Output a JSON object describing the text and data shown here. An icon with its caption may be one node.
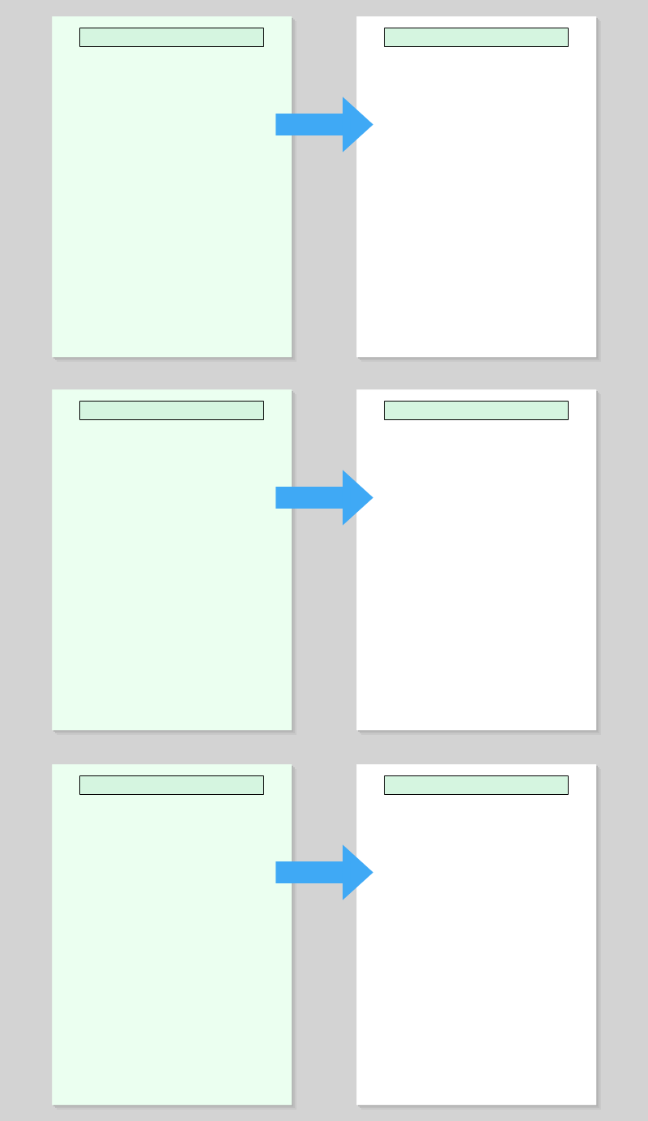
{
  "diagram": {
    "nodes": [
      {
        "text": [],
        "shape": "box"
      },
      {
        "text": [],
        "shape": "box",
        "in": 0
      },
      {
        "text": [],
        "shape": "box"
      },
      {
        "text": [],
        "shape": "box",
        "in": 2
      },
      {
        "text": [],
        "shape": "box"
      },
      {
        "text": [],
        "shape": "box",
        "in": 4
      },
      {
        "text": [],
        "shape": "box"
      },
      {
        "text": [],
        "shape": "box",
        "in": 6
      },
      {
        "text": [],
        "shape": "box"
      },
      {
        "text": [],
        "shape": "box",
        "in": 8
      },
      {
        "text": [],
        "shape": "box"
      },
      {
        "text": [],
        "shape": "box",
        "in": 10
      }
    ],
    "edges": [
      {
        "from": 0,
        "to": 2,
        "arrow": "to"
      },
      {
        "from": 4,
        "to": 6,
        "arrow": "to"
      },
      {
        "from": 8,
        "to": 10,
        "arrow": "to"
      }
    ]
  }
}
